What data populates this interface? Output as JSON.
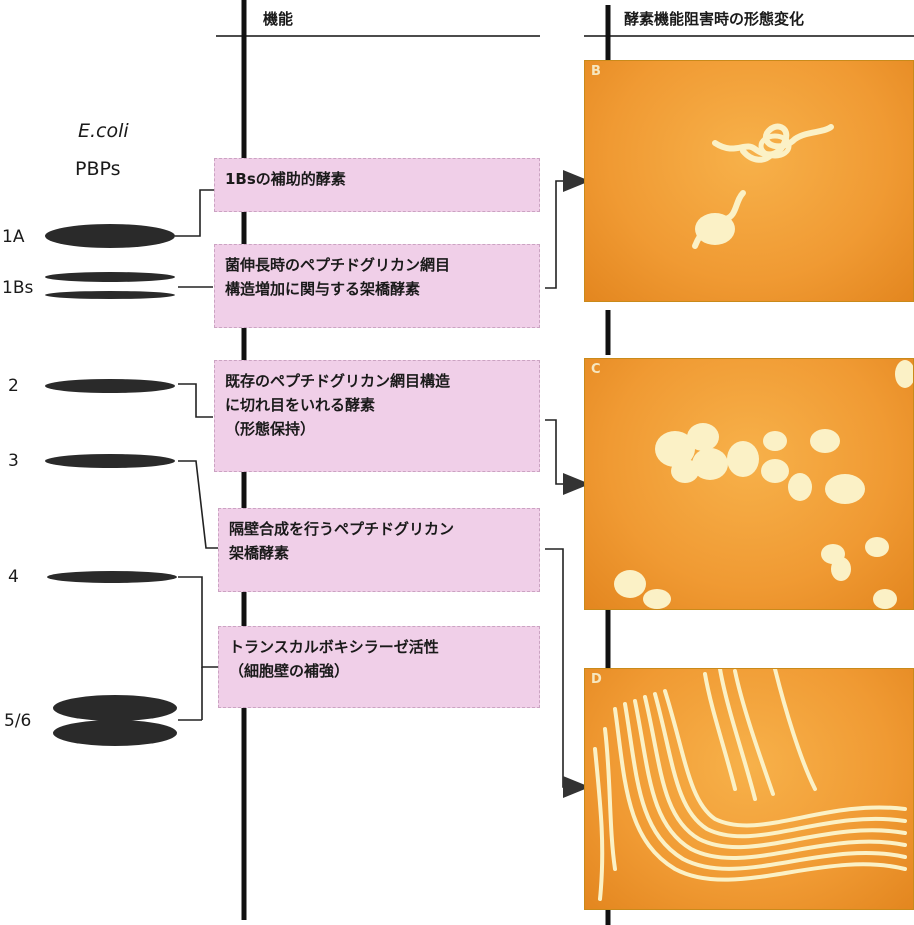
{
  "headers": {
    "function": "機能",
    "morphology": "酵素機能阻害時の形態変化"
  },
  "organism": {
    "species": "E.coli",
    "proteins": "PBPs"
  },
  "pbps": [
    {
      "label": "1A"
    },
    {
      "label": "1Bs"
    },
    {
      "label": "2"
    },
    {
      "label": "3"
    },
    {
      "label": "4"
    },
    {
      "label": "5/6"
    }
  ],
  "functions": [
    {
      "lines": [
        "1Bsの補助的酵素"
      ]
    },
    {
      "lines": [
        "菌伸長時のペプチドグリカン網目",
        "構造増加に関与する架橋酵素"
      ]
    },
    {
      "lines": [
        "既存のペプチドグリカン網目構造",
        "に切れ目をいれる酵素",
        "（形態保持）"
      ]
    },
    {
      "lines": [
        "隔壁合成を行うペプチドグリカン",
        "架橋酵素"
      ]
    },
    {
      "lines": [
        "トランスカルボキシラーゼ活性",
        "（細胞壁の補強）"
      ]
    }
  ],
  "photos": [
    {
      "letter": "B"
    },
    {
      "letter": "C"
    },
    {
      "letter": "D"
    }
  ],
  "colors": {
    "box_fill": "#f0cfe8",
    "photo_background": "#f0a33a",
    "cells": "#fbf1c6",
    "ellipse": "#2a2a2a"
  }
}
